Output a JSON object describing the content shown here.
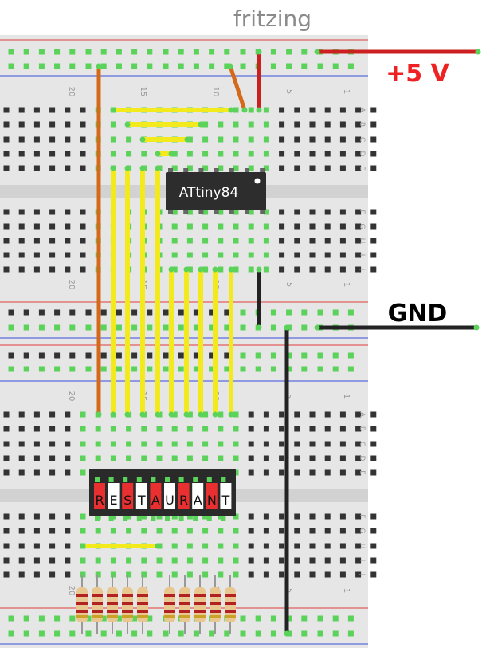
{
  "watermark": "fritzing",
  "labels": {
    "power": "+5 V",
    "ground": "GND"
  },
  "chip": {
    "label": "ATtiny84"
  },
  "led_bar": {
    "letters": [
      "R",
      "E",
      "S",
      "T",
      "A",
      "U",
      "R",
      "A",
      "N",
      "T"
    ]
  },
  "board_numbers": {
    "top": [
      "20",
      "15",
      "10",
      "5",
      "1"
    ],
    "bottom": [
      "20",
      "15",
      "10",
      "5",
      "1"
    ]
  },
  "row_letters": {
    "top_a": [
      "A",
      "B",
      "C",
      "D",
      "E"
    ],
    "top_b": [
      "F",
      "G",
      "H",
      "I",
      "J"
    ],
    "bottom_a": [
      "A",
      "B",
      "C",
      "D",
      "E"
    ],
    "bottom_b": [
      "F",
      "G",
      "H",
      "I",
      "J"
    ]
  },
  "colors": {
    "power_wire": "#cc2020",
    "ground_wire": "#222222",
    "jumper_yellow": "#f2ea1c",
    "jumper_orange": "#d4691a",
    "board": "#e6e6e6",
    "rail_red": "#e03c3c",
    "rail_blue": "#3a4fe0",
    "label_power": "#ee2222"
  }
}
